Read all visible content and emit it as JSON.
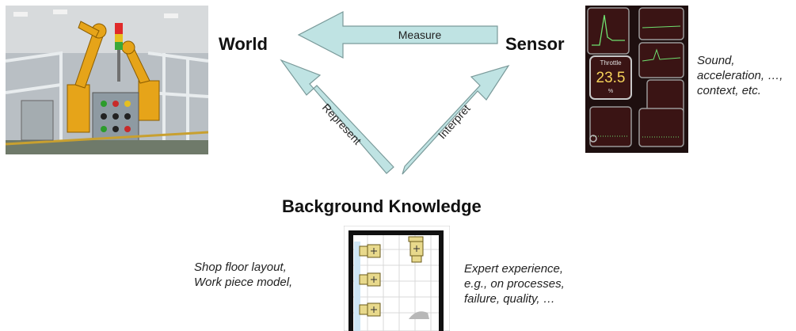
{
  "nodes": {
    "world": "World",
    "sensor": "Sensor",
    "background": "Background Knowledge"
  },
  "arrows": {
    "measure": "Measure",
    "represent": "Represent",
    "interpret": "Interpret"
  },
  "notes": {
    "sensor": "Sound,\nacceleration, …,\ncontext, etc.",
    "left": "Shop floor layout,\nWork piece model,",
    "right": "Expert experience,\ne.g., on processes,\nfailure, quality, …"
  },
  "dashboard": {
    "gauge_label": "Throttle",
    "gauge_value": "23.5",
    "gauge_unit": "%"
  },
  "colors": {
    "arrow_fill": "#bfe3e3",
    "arrow_stroke": "#7a9a9a",
    "dashboard_bg": "#1e0f0f",
    "gauge_value": "#f5d25a"
  }
}
